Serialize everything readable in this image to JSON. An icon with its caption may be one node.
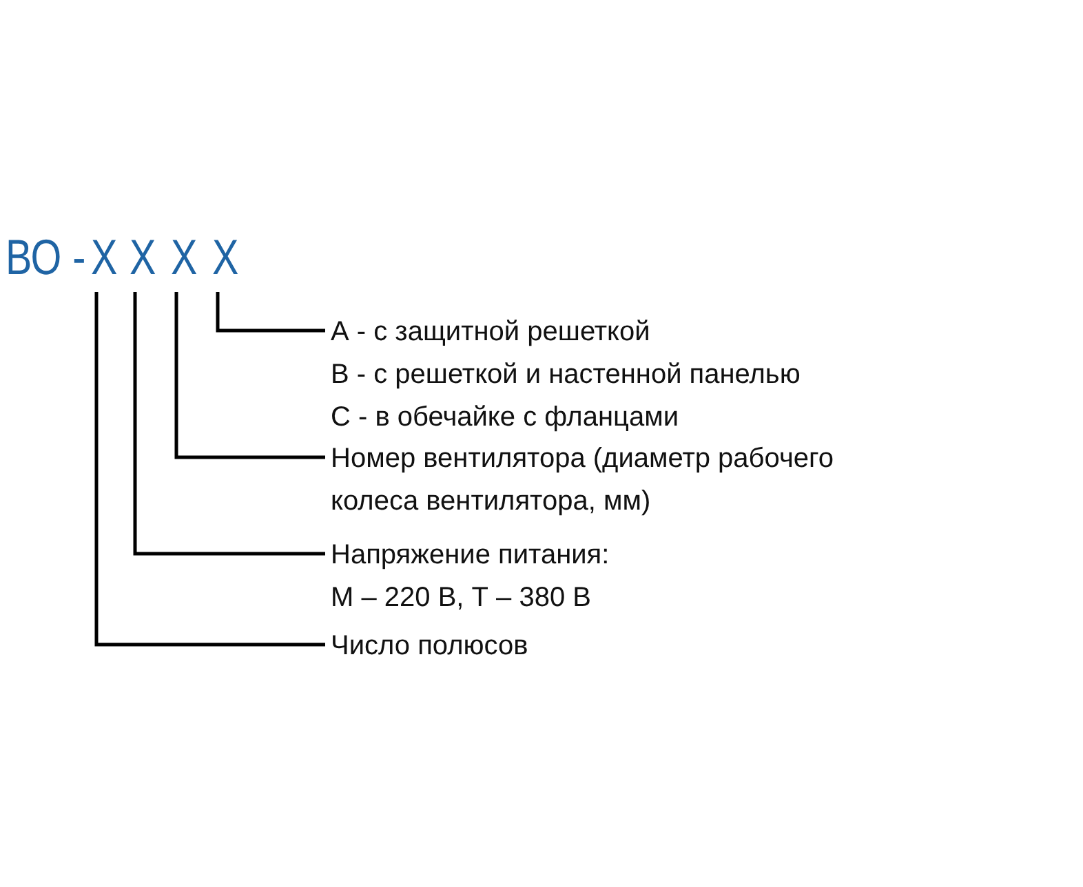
{
  "diagram": {
    "nodes": [
      {
        "text": [
          "X"
        ]
      },
      {
        "text": [
          "X"
        ]
      },
      {
        "text": [
          "X"
        ]
      },
      {
        "text": [
          "X"
        ]
      },
      {
        "text": [
          "А - с защитной решеткой",
          "В - с решеткой и настенной панелью",
          "С - в обечайке с фланцами"
        ]
      },
      {
        "text": [
          "Номер вентилятора (диаметр рабочего колеса вентилятора, мм)"
        ]
      },
      {
        "text": [
          "Напряжение питания:",
          "М – 220 В, Т – 380 В"
        ]
      },
      {
        "text": [
          "Число полюсов"
        ]
      }
    ],
    "edges": [
      {
        "from": 3,
        "to": 4,
        "arrow": "none"
      },
      {
        "from": 2,
        "to": 5,
        "arrow": "none"
      },
      {
        "from": 1,
        "to": 6,
        "arrow": "none"
      },
      {
        "from": 0,
        "to": 7,
        "arrow": "none"
      }
    ],
    "labels": [
      "ВО -"
    ]
  }
}
